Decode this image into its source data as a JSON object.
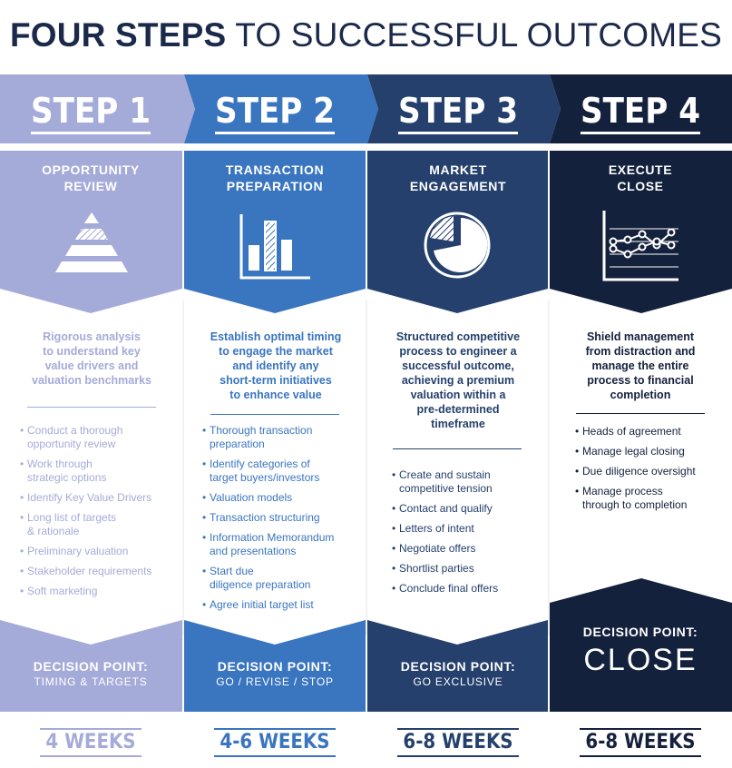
{
  "title": {
    "bold": "FOUR STEPS",
    "rest": "TO SUCCESSFUL OUTCOMES"
  },
  "colors": {
    "c1": "#a5abd9",
    "c2": "#3a75bf",
    "c3": "#25406c",
    "c4": "#14213d",
    "title": "#1b2a4a"
  },
  "steps": [
    {
      "label": "STEP 1",
      "title": [
        "OPPORTUNITY",
        "REVIEW"
      ],
      "icon": "pyramid-icon",
      "summary": [
        "Rigorous analysis",
        "to understand key",
        "value drivers and",
        "valuation benchmarks"
      ],
      "items": [
        [
          "Conduct a thorough",
          "opportunity review"
        ],
        [
          "Work through",
          "strategic options"
        ],
        [
          "Identify Key Value Drivers"
        ],
        [
          "Long list of targets",
          "& rationale"
        ],
        [
          "Preliminary valuation"
        ],
        [
          "Stakeholder requirements"
        ],
        [
          "Soft marketing"
        ]
      ],
      "decision_label": "DECISION POINT:",
      "decision_value": "TIMING & TARGETS",
      "weeks": "4 WEEKS"
    },
    {
      "label": "STEP 2",
      "title": [
        "TRANSACTION",
        "PREPARATION"
      ],
      "icon": "bar-chart-icon",
      "summary": [
        "Establish optimal timing",
        "to engage the market",
        "and identify any",
        "short-term initiatives",
        "to enhance value"
      ],
      "items": [
        [
          "Thorough transaction",
          "preparation"
        ],
        [
          "Identify categories of",
          "target buyers/investors"
        ],
        [
          "Valuation models"
        ],
        [
          "Transaction structuring"
        ],
        [
          "Information Memorandum",
          "and presentations"
        ],
        [
          "Start due",
          "diligence preparation"
        ],
        [
          "Agree initial target list"
        ]
      ],
      "decision_label": "DECISION POINT:",
      "decision_value": "GO / REVISE / STOP",
      "weeks": "4-6 WEEKS"
    },
    {
      "label": "STEP 3",
      "title": [
        "MARKET",
        "ENGAGEMENT"
      ],
      "icon": "pie-chart-icon",
      "summary": [
        "Structured competitive",
        "process to engineer a",
        "successful outcome,",
        "achieving a premium",
        "valuation within a",
        "pre-determined",
        "timeframe"
      ],
      "items": [
        [
          "Create and sustain",
          "competitive tension"
        ],
        [
          "Contact and qualify"
        ],
        [
          "Letters of intent"
        ],
        [
          "Negotiate offers"
        ],
        [
          "Shortlist parties"
        ],
        [
          "Conclude final offers"
        ]
      ],
      "decision_label": "DECISION POINT:",
      "decision_value": "GO EXCLUSIVE",
      "weeks": "6-8 WEEKS"
    },
    {
      "label": "STEP 4",
      "title": [
        "EXECUTE",
        "CLOSE"
      ],
      "icon": "line-chart-icon",
      "summary": [
        "Shield management",
        "from distraction and",
        "manage the entire",
        "process to financial",
        "completion"
      ],
      "items": [
        [
          "Heads of agreement"
        ],
        [
          "Manage legal closing"
        ],
        [
          "Due diligence oversight"
        ],
        [
          "Manage process",
          "through to completion"
        ]
      ],
      "decision_label": "DECISION POINT:",
      "decision_value": "CLOSE",
      "weeks": "6-8 WEEKS"
    }
  ]
}
